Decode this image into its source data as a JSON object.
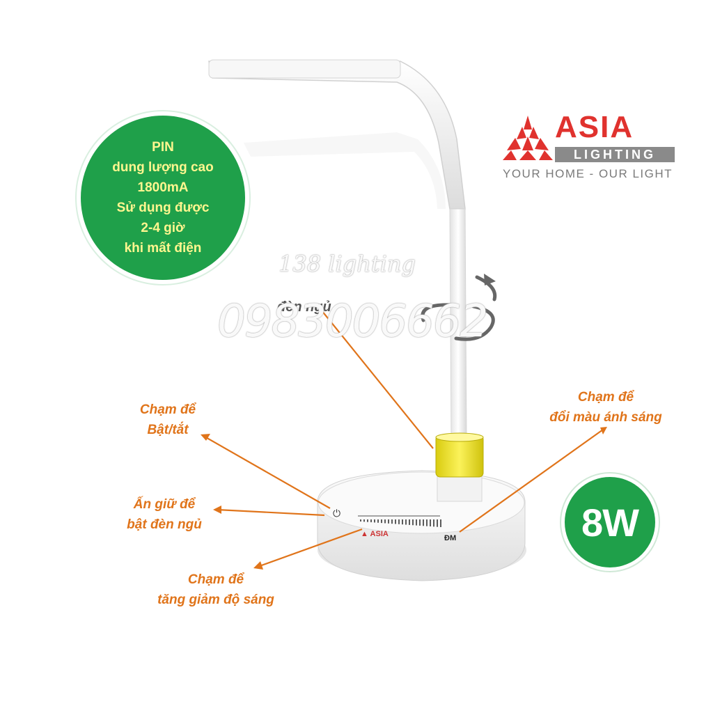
{
  "battery_badge": {
    "lines": [
      "PIN",
      "dung lượng cao",
      "1800mA",
      "Sử dụng được",
      "2-4 giờ",
      "khi mất điện"
    ]
  },
  "brand": {
    "name": "ASIA",
    "sub": "LIGHTING",
    "tagline": "YOUR HOME - OUR LIGHT"
  },
  "callouts": {
    "power": [
      "Chạm để",
      "Bật/tắt"
    ],
    "night": [
      "Ấn giữ để",
      "bật đèn ngủ"
    ],
    "brightness": [
      "Chạm để",
      "tăng giảm độ sáng"
    ],
    "color": [
      "Chạm để",
      "đổi màu ánh sáng"
    ],
    "neck_label": "đèn ngủ"
  },
  "wattage": "8W",
  "base_labels": {
    "color_button": "ĐM"
  },
  "watermark": {
    "line1": "138 lighting",
    "line2": "0983006662"
  },
  "colors": {
    "badge_green": "#1fa04a",
    "badge_text_yellow": "#fff68f",
    "callout_orange": "#e0741a",
    "brand_red": "#e0322e",
    "accent_ring_yellow": "#f2e61a"
  }
}
